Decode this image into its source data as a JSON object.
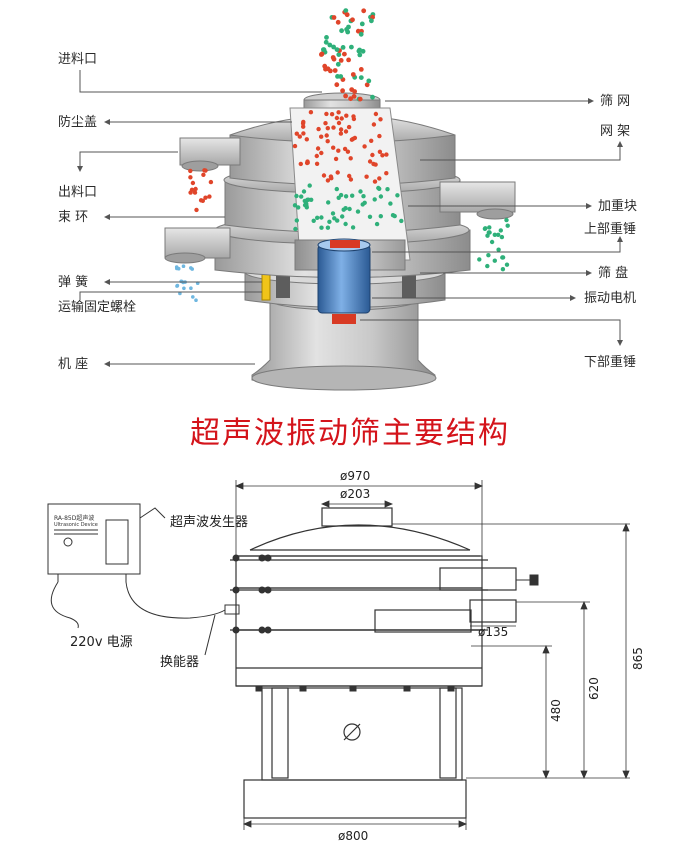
{
  "title": "超声波振动筛主要结构",
  "labels_left": {
    "inlet": "进料口",
    "dust_cover": "防尘盖",
    "outlet": "出料口",
    "clamp_ring": "束  环",
    "spring": "弹  簧",
    "transport_bolt": "运输固定螺栓",
    "base": "机  座"
  },
  "labels_right": {
    "screen_mesh": "筛  网",
    "mesh_frame": "网  架",
    "weight_block": "加重块",
    "upper_weight": "上部重锤",
    "screen_tray": "筛  盘",
    "vibration_motor": "振动电机",
    "lower_weight": "下部重锤"
  },
  "drawing": {
    "generator_label": "超声波发生器",
    "power_label": "220v 电源",
    "transducer_label": "换能器",
    "device_text_1": "RA-85D超声波",
    "device_text_2": "Ultrasonic Device",
    "dims": {
      "d970": "ø970",
      "d203": "ø203",
      "d135": "ø135",
      "d800": "ø800",
      "h865": "865",
      "h620": "620",
      "h480": "480"
    }
  },
  "colors": {
    "title": "#d4141b",
    "machine_body": "#c8c8c8",
    "particles_red": "#e0452a",
    "particles_green": "#2fb07a",
    "particles_blue": "#6fb7e0",
    "motor_blue": "#3f78b8",
    "spring_yellow": "#f0c419"
  }
}
